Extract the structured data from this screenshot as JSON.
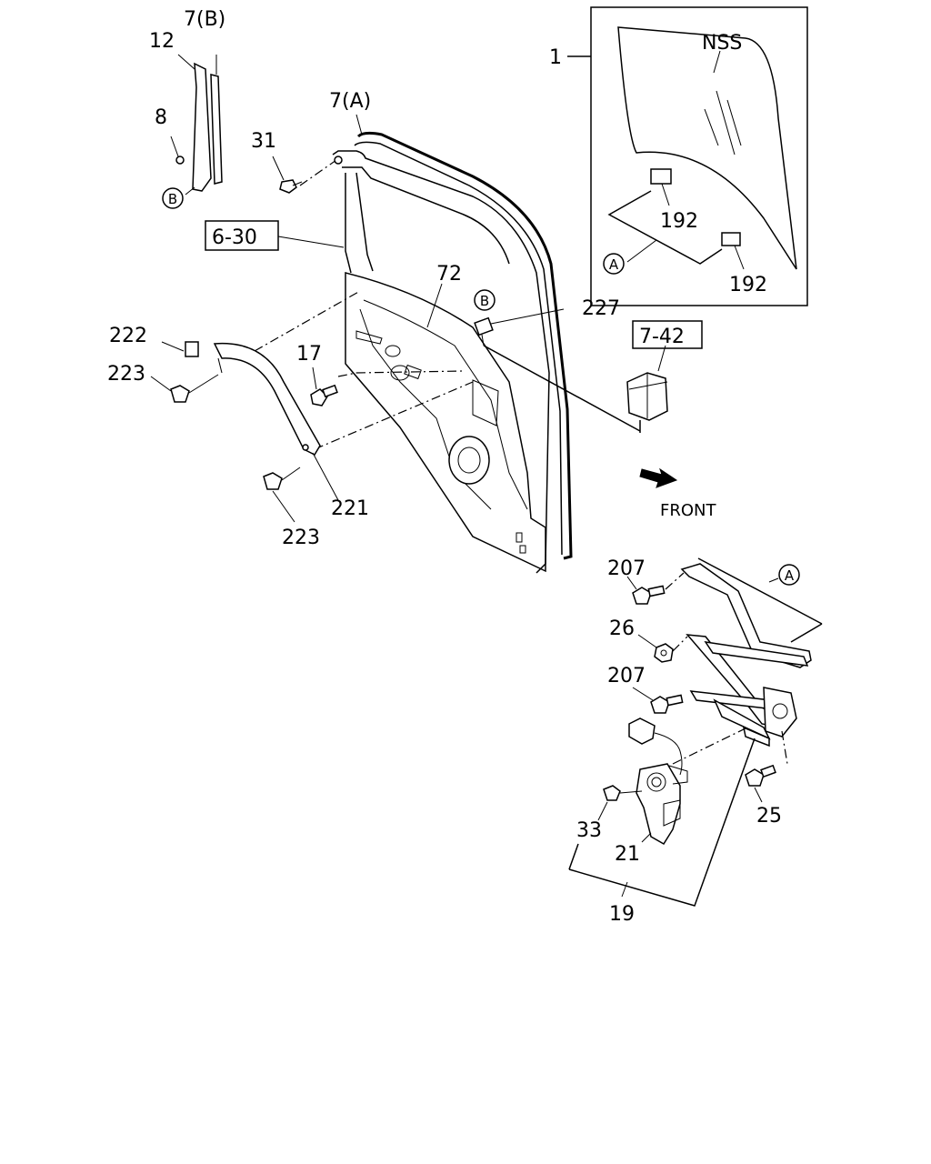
{
  "diagram": {
    "callouts": {
      "c1": "1",
      "nss": "NSS",
      "c7b": "7(B)",
      "c12": "12",
      "c8": "8",
      "c7a": "7(A)",
      "c31": "31",
      "c6_30": "6-30",
      "c72": "72",
      "c227": "227",
      "c192a": "192",
      "c192b": "192",
      "c222": "222",
      "c223a": "223",
      "c17": "17",
      "c7_42": "7-42",
      "c221": "221",
      "c223b": "223",
      "front": "FRONT",
      "c207a": "207",
      "c26": "26",
      "c207b": "207",
      "c25": "25",
      "c33": "33",
      "c21": "21",
      "c19": "19"
    },
    "refs": {
      "ref_a_glass": "A",
      "ref_a_regulator": "A",
      "ref_b_rail": "B",
      "ref_b_door": "B"
    },
    "icons": [
      "front-direction-arrow-icon"
    ]
  }
}
